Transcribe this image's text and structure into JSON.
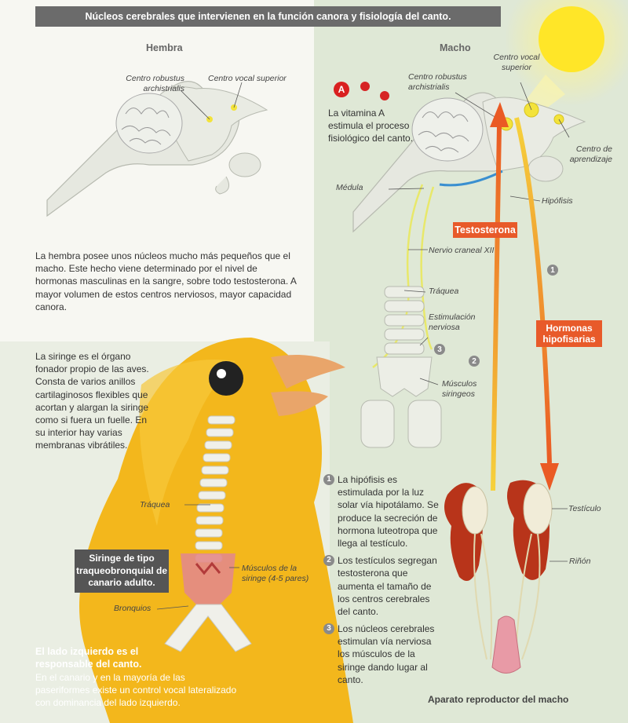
{
  "title": "Núcleos cerebrales que intervienen en la función canora y fisiología del canto.",
  "hembra": {
    "heading": "Hembra",
    "label_robustus": "Centro robustus archistrialis",
    "label_vocal": "Centro vocal superior",
    "description": "La hembra posee unos núcleos mucho más pequeños que el macho. Este hecho viene determinado por el nivel de hormonas masculinas en la sangre, sobre todo testosterona. A mayor volumen de estos centros nerviosos, mayor capacidad canora."
  },
  "macho": {
    "heading": "Macho",
    "vitamin_letter": "A",
    "vitamin_text": "La vitamina A estimula el proceso fisiológico del canto.",
    "label_robustus": "Centro robustus archistrialis",
    "label_vocal": "Centro vocal superior",
    "label_aprendizaje": "Centro de aprendizaje",
    "label_medula": "Médula",
    "label_hipofisis": "Hipófisis",
    "label_nervio": "Nervio craneal XII",
    "label_traquea": "Tráquea",
    "label_estimulacion": "Estimulación nerviosa",
    "label_musculos": "Músculos siringeos",
    "badge_testosterona": "Testosterona",
    "badge_hormonas": "Hormonas hipofisarias",
    "num1": "1",
    "num2": "2",
    "num3": "3"
  },
  "siringe": {
    "intro": "La siringe es el órgano fonador propio de las aves. Consta de varios anillos cartilaginosos flexibles que acortan y alargan la siringe como si fuera un fuelle. En su interior hay varias membranas vibrátiles.",
    "label_traquea": "Tráquea",
    "label_musculos": "Músculos de la siringe (4-5 pares)",
    "label_bronquios": "Bronquios",
    "type_box": "Siringe de tipo traqueobronquial de canario adulto.",
    "left_heading": "El lado izquierdo es el responsable del canto.",
    "left_text": "En el canario y en la mayoría de las paseriformes existe un control vocal lateralizado con dominancia del lado izquierdo."
  },
  "steps": [
    {
      "num": "1",
      "text": "La hipófisis es estimulada por la luz solar vía hipotálamo. Se produce la secreción de hormona luteotropa que llega al testículo."
    },
    {
      "num": "2",
      "text": "Los testículos segregan testosterona que aumenta el tamaño de los centros cerebrales del canto."
    },
    {
      "num": "3",
      "text": "Los núcleos cerebrales estimulan vía nerviosa los músculos de la siringe dando lugar al canto."
    }
  ],
  "reproductor": {
    "label_testiculo": "Testículo",
    "label_rinon": "Riñón",
    "caption": "Aparato reproductor del macho"
  },
  "colors": {
    "badge": "#e85a2a",
    "canary": "#f3b71c",
    "brain": "#e3e6dd",
    "nucleus": "#f3e33a",
    "kidney": "#b8341a",
    "testis": "#f1ecd8",
    "nerve": "#e8e86a"
  }
}
